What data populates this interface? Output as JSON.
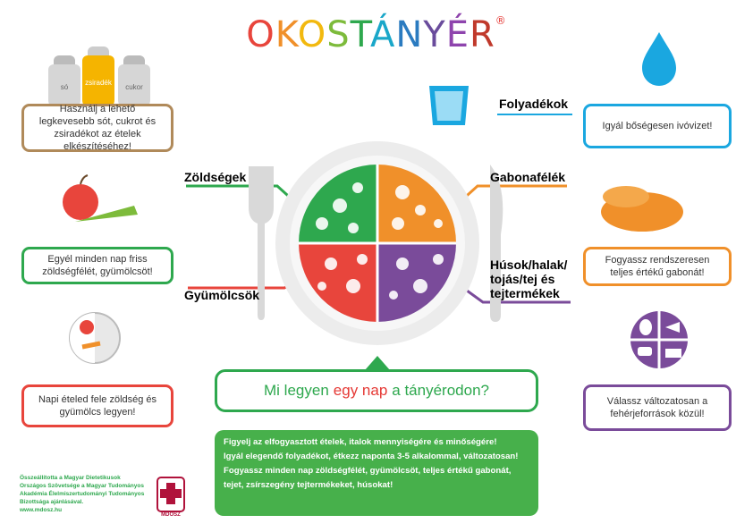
{
  "title": {
    "letters": [
      {
        "t": "O",
        "c": "#e8453c"
      },
      {
        "t": "K",
        "c": "#f0902a"
      },
      {
        "t": "O",
        "c": "#f2b90f"
      },
      {
        "t": "S",
        "c": "#7dbb3b"
      },
      {
        "t": "T",
        "c": "#2ea84e"
      },
      {
        "t": "Á",
        "c": "#1aa7c9"
      },
      {
        "t": "N",
        "c": "#2b7bc0"
      },
      {
        "t": "Y",
        "c": "#6a4c9c"
      },
      {
        "t": "É",
        "c": "#8e44ad"
      },
      {
        "t": "R",
        "c": "#c0392b"
      }
    ],
    "mark": "®"
  },
  "jars": {
    "salt": "só",
    "fat": "zsiradék",
    "sugar": "cukor"
  },
  "labels": {
    "liquids": "Folyadékok",
    "vegetables": "Zöldségek",
    "grains": "Gabonafélék",
    "fruits": "Gyümölcsök",
    "proteins_lines": [
      "Húsok/halak/",
      "tojás/tej és",
      "tejtermékek"
    ]
  },
  "boxes": {
    "seasoning": "Használj a lehető legkevesebb sót, cukrot és zsiradékot az ételek elkészítéséhez!",
    "water": "Igyál bőségesen ivóvizet!",
    "fresh": "Egyél minden nap friss zöldségfélét, gyümölcsöt!",
    "wholegrain": "Fogyassz rendszeresen teljes értékű gabonát!",
    "half": "Napi ételed fele zöldség és gyümölcs legyen!",
    "protein": "Válassz változatosan a fehérjeforrások közül!"
  },
  "question": {
    "before": "Mi legyen",
    "highlight": "egy nap",
    "after": "a tányérodon?"
  },
  "advice": [
    "Figyelj az elfogyasztott ételek, italok mennyiségére és minőségére!",
    "Igyál elegendő folyadékot, étkezz naponta 3-5 alkalommal, változatosan!",
    "Fogyassz minden nap zöldségfélét, gyümölcsöt, teljes értékű gabonát,",
    "tejet, zsírszegény tejtermékeket, húsokat!"
  ],
  "credits": [
    "Összeállította a Magyar Dietetikusok",
    "Országos Szövetsége a Magyar Tudományos",
    "Akadémia Élelmiszertudományi Tudományos",
    "Bizottsága ajánlásával.",
    "www.mdosz.hu"
  ],
  "logo_text": "MDOSZ",
  "colors": {
    "vegetables": "#2ea84e",
    "grains": "#f0902a",
    "fruits": "#e8453c",
    "proteins": "#7a4b9a",
    "liquids": "#1aa7e0",
    "seasoning": "#b08a5a",
    "grey": "#999999"
  }
}
